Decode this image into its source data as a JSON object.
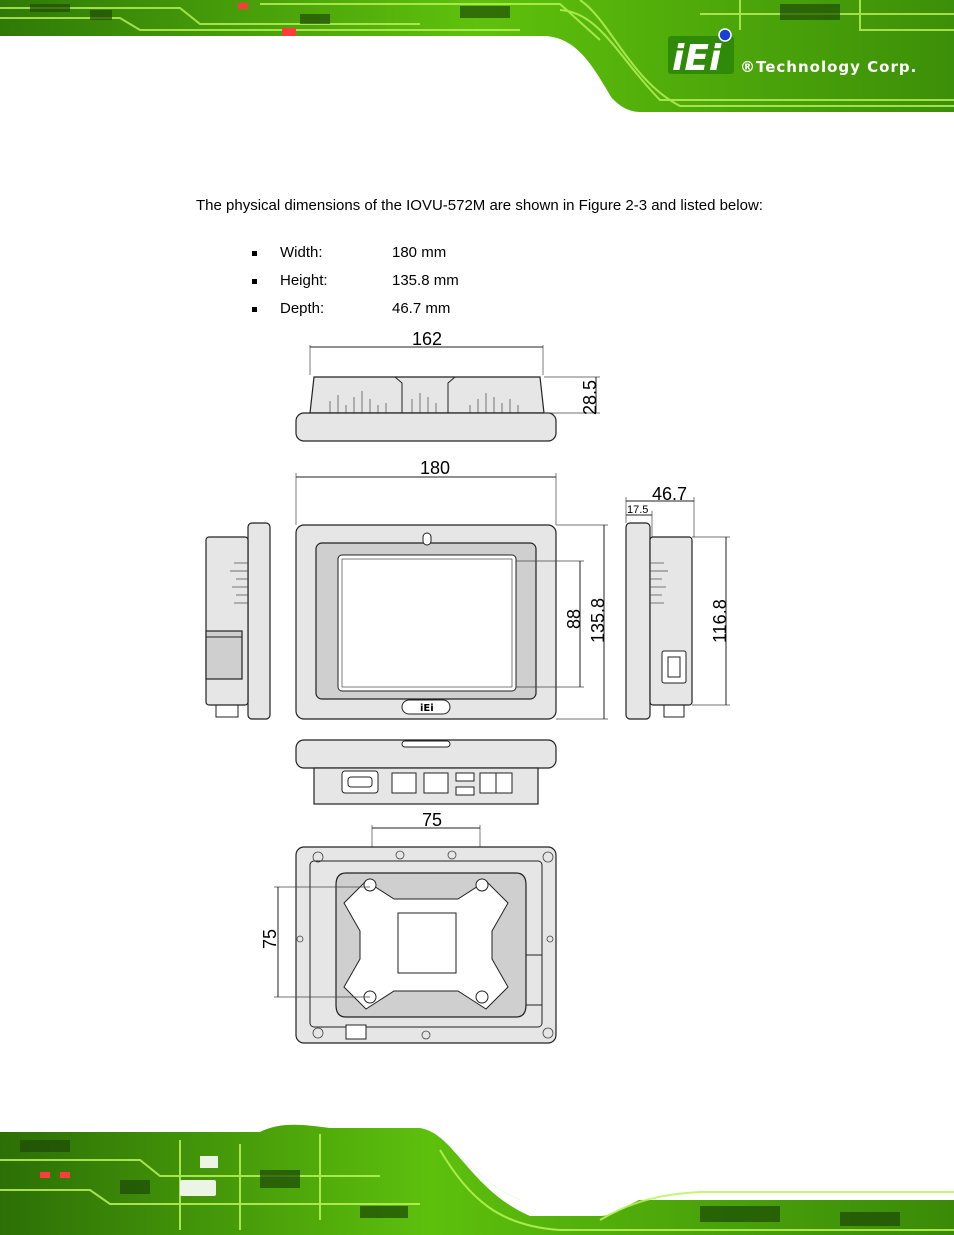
{
  "header": {
    "brand_mark": "iEi",
    "brand_text": "®Technology Corp."
  },
  "intro": "The physical dimensions of the IOVU-572M are shown in Figure 2-3 and listed below:",
  "specs": [
    {
      "label": "Width:",
      "value": "180 mm"
    },
    {
      "label": "Height:",
      "value": "135.8 mm"
    },
    {
      "label": "Depth:",
      "value": "46.7 mm"
    }
  ],
  "drawing": {
    "dim_top_width": "162",
    "dim_top_depth": "28.5",
    "dim_front_width": "180",
    "dim_screen_height": "88",
    "dim_front_height": "135.8",
    "dim_side_depth": "46.7",
    "dim_side_inner": "17.5",
    "dim_side_height": "116.8",
    "dim_vesa_h": "75",
    "dim_vesa_v": "75",
    "front_logo": "iEi"
  },
  "colors": {
    "pcb_green": "#6fd40f",
    "pcb_dark": "#1e4d06",
    "trace": "#b9f55a"
  }
}
